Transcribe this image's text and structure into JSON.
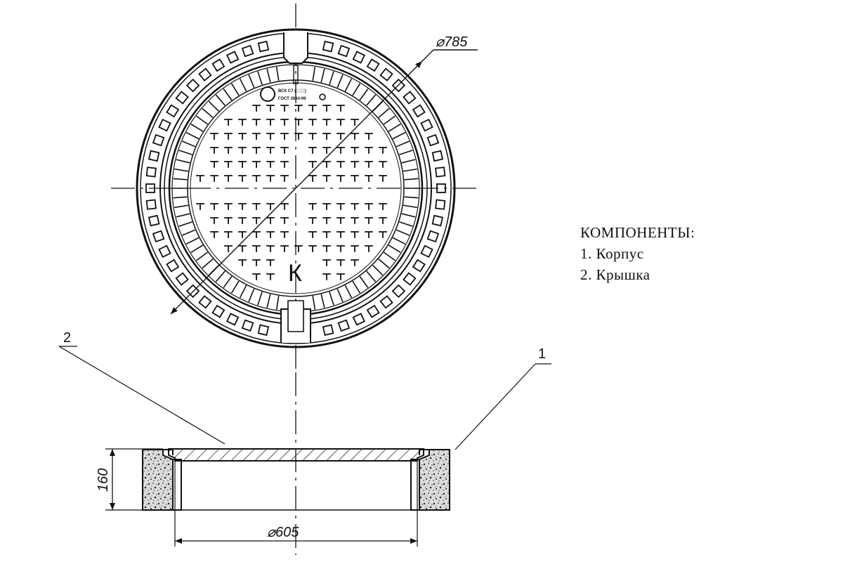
{
  "drawing": {
    "top_view": {
      "diameter_label": "⌀785",
      "cover_letter": "К",
      "cast_marking_1": "ВСК С7 (░░░)",
      "cast_marking_2": "ГОСТ 3634-99"
    },
    "section_view": {
      "height_label": "160",
      "opening_label": "⌀605"
    },
    "callouts": [
      {
        "number": "2",
        "target": "cover"
      },
      {
        "number": "1",
        "target": "body"
      }
    ]
  },
  "legend": {
    "title": "КОМПОНЕНТЫ:",
    "items": [
      "1. Корпус",
      "2. Крышка"
    ]
  }
}
